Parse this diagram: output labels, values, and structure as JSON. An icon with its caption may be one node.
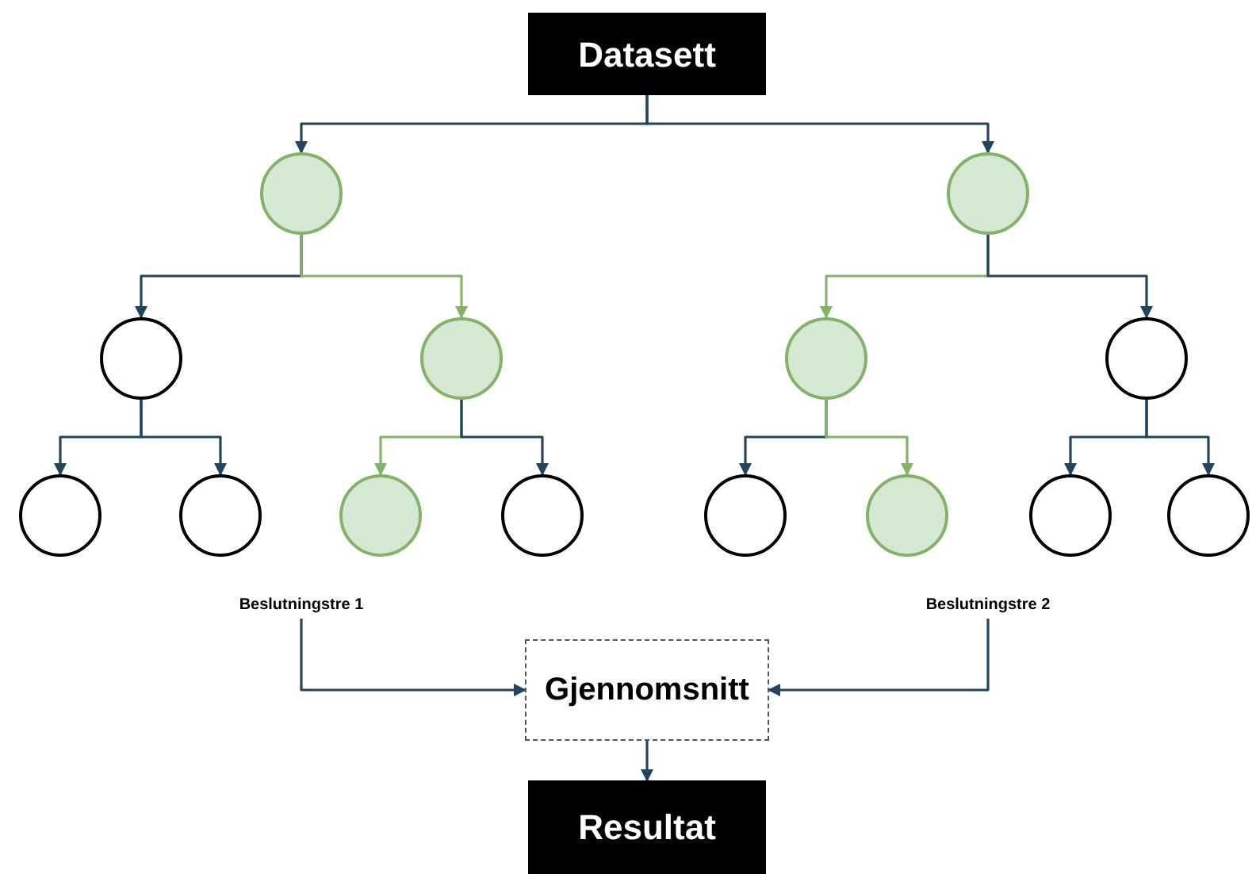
{
  "diagram": {
    "nodes": [
      {
        "text": [
          "Datasett"
        ]
      },
      {
        "text": [],
        "shape": "circle"
      },
      {
        "text": [],
        "shape": "circle"
      },
      {
        "text": [],
        "shape": "circle"
      },
      {
        "text": [],
        "shape": "circle"
      },
      {
        "text": [],
        "shape": "circle"
      },
      {
        "text": [],
        "shape": "circle"
      },
      {
        "text": [],
        "shape": "circle"
      },
      {
        "text": [],
        "shape": "circle"
      },
      {
        "text": [],
        "shape": "circle"
      },
      {
        "text": [],
        "shape": "circle"
      },
      {
        "text": [],
        "shape": "circle"
      },
      {
        "text": [],
        "shape": "circle"
      },
      {
        "text": [],
        "shape": "circle"
      },
      {
        "text": [],
        "shape": "circle"
      },
      {
        "text": [
          "Beslutningstre 1"
        ]
      },
      {
        "text": [
          "Beslutningstre 2"
        ]
      },
      {
        "text": [
          "Gjennomsnitt"
        ]
      },
      {
        "text": [
          "Resultat"
        ]
      }
    ],
    "edges": [
      {
        "from": 0,
        "to": 1,
        "arrow": "to"
      },
      {
        "from": 0,
        "to": 2,
        "arrow": "to"
      },
      {
        "from": 1,
        "to": 3,
        "arrow": "to"
      },
      {
        "from": 1,
        "to": 4,
        "arrow": "to",
        "color": "#82b366"
      },
      {
        "from": 2,
        "to": 5,
        "arrow": "to",
        "color": "#82b366"
      },
      {
        "from": 2,
        "to": 6,
        "arrow": "to"
      },
      {
        "from": 3,
        "to": 7,
        "arrow": "to"
      },
      {
        "from": 3,
        "to": 8,
        "arrow": "to"
      },
      {
        "from": 4,
        "to": 9,
        "arrow": "to",
        "color": "#82b366"
      },
      {
        "from": 4,
        "to": 10,
        "arrow": "to"
      },
      {
        "from": 5,
        "to": 11,
        "arrow": "to"
      },
      {
        "from": 5,
        "to": 12,
        "arrow": "to",
        "color": "#82b366"
      },
      {
        "from": 6,
        "to": 13,
        "arrow": "to"
      },
      {
        "from": 6,
        "to": 14,
        "arrow": "to"
      },
      {
        "from": 15,
        "to": 17,
        "arrow": "to"
      },
      {
        "from": 16,
        "to": 17,
        "arrow": "to"
      },
      {
        "from": 17,
        "to": 18,
        "arrow": "to"
      }
    ]
  }
}
